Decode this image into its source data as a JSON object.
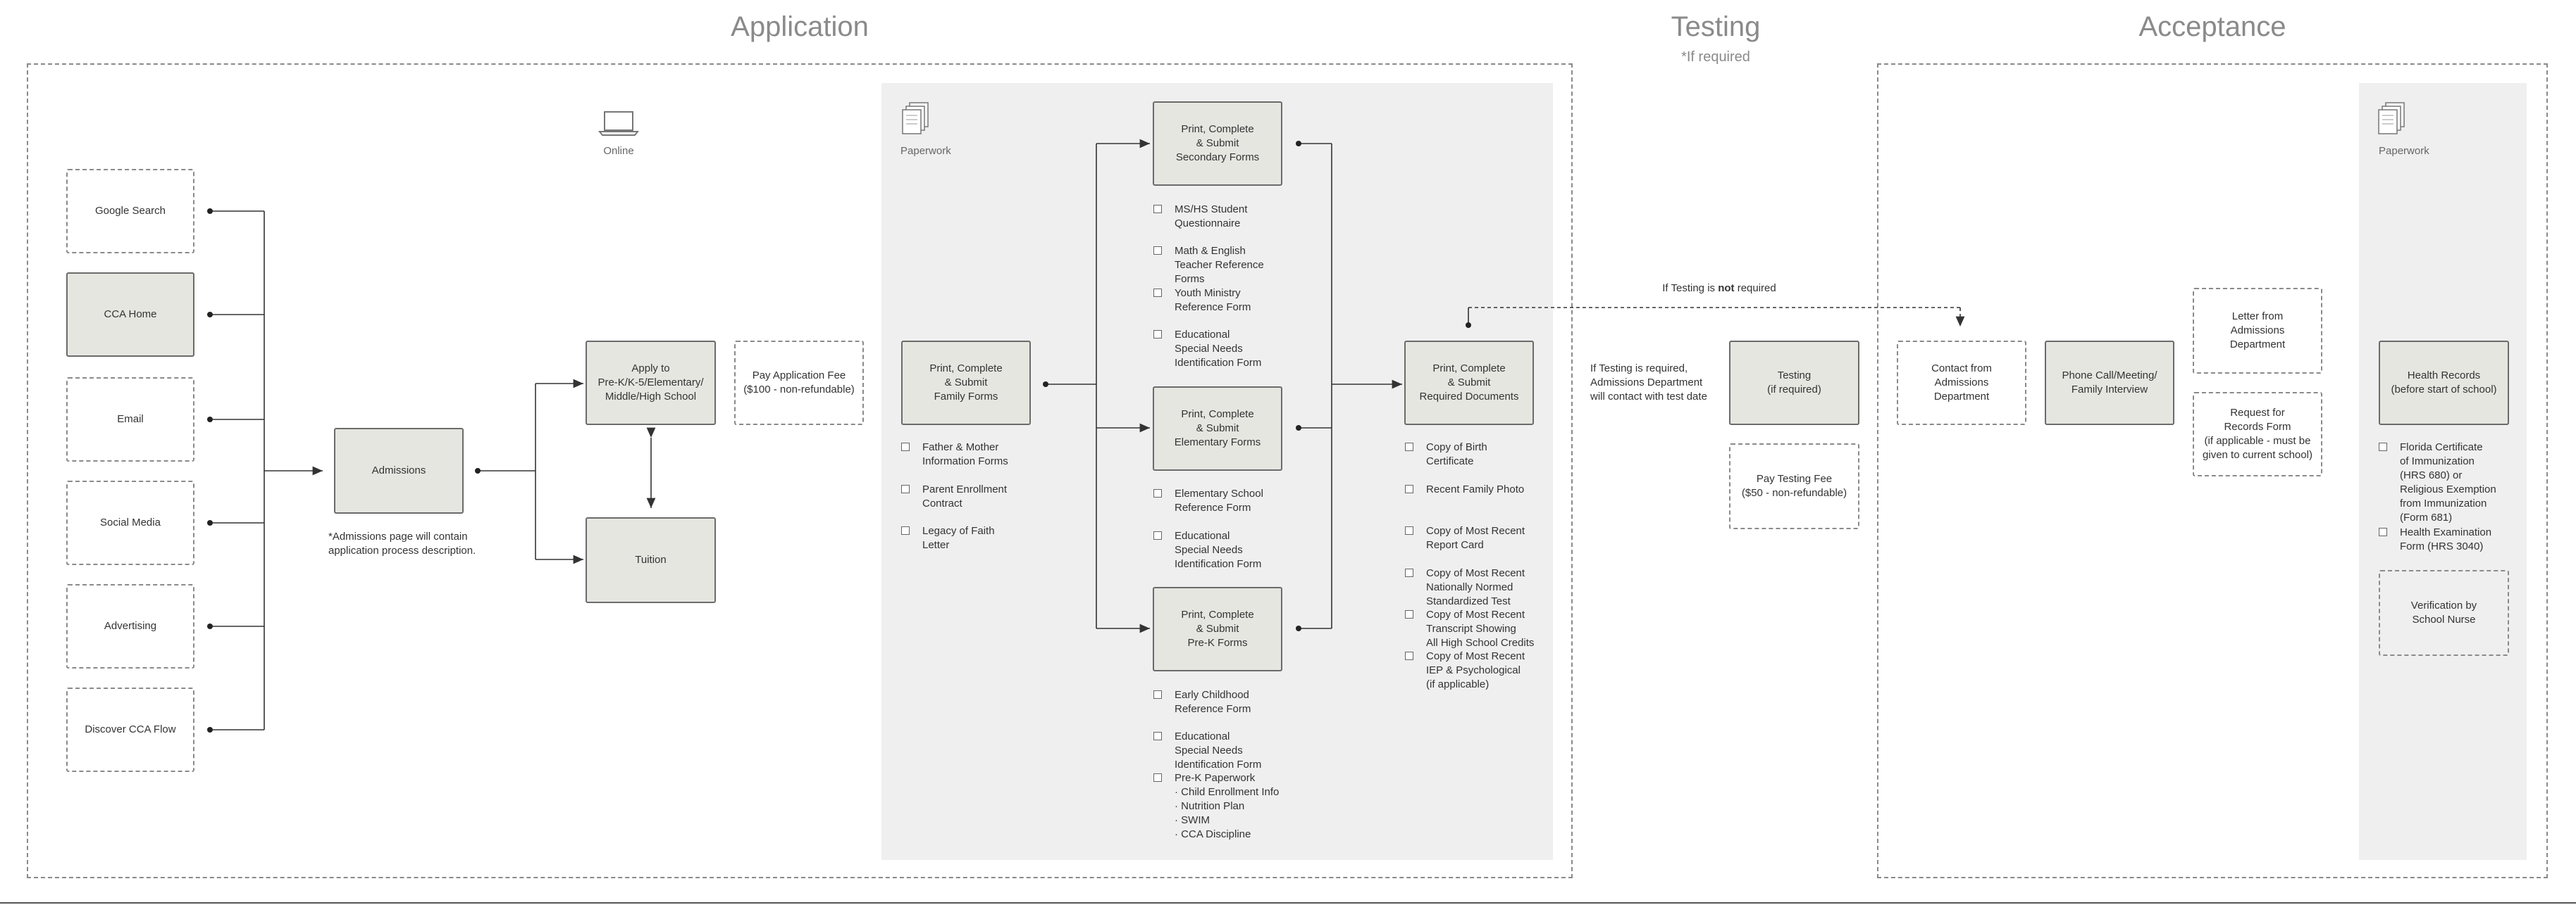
{
  "sections": {
    "application": "Application",
    "testing": "Testing",
    "testing_sub": "*If required",
    "acceptance": "Acceptance"
  },
  "labels": {
    "online": "Online",
    "paperwork1": "Paperwork",
    "paperwork2": "Paperwork",
    "if_not_required_prefix": "If Testing is ",
    "if_not_required_bold": "not",
    "if_not_required_suffix": " required"
  },
  "sources": [
    "Google Search",
    "CCA Home",
    "Email",
    "Social Media",
    "Advertising",
    "Discover CCA Flow"
  ],
  "boxes": {
    "admissions": "Admissions",
    "admissions_note": "*Admissions page will contain\napplication process description.",
    "apply": "Apply to\nPre-K/K-5/Elementary/\nMiddle/High School",
    "pay_app_fee": "Pay Application Fee\n($100 - non-refundable)",
    "tuition": "Tuition",
    "family_forms": "Print, Complete\n& Submit\nFamily Forms",
    "secondary_forms": "Print, Complete\n& Submit\nSecondary Forms",
    "elementary_forms": "Print, Complete\n& Submit\nElementary Forms",
    "prek_forms": "Print, Complete\n& Submit\nPre-K Forms",
    "required_docs": "Print, Complete\n& Submit\nRequired Documents",
    "testing_note": "If Testing is required,\nAdmissions Department\nwill contact with test date",
    "testing": "Testing\n(if required)",
    "pay_testing_fee": "Pay Testing Fee\n($50 - non-refundable)",
    "contact": "Contact from\nAdmissions\nDepartment",
    "interview": "Phone Call/Meeting/\nFamily Interview",
    "letter": "Letter from\nAdmissions\nDepartment",
    "records_request": "Request for\nRecords Form\n(if applicable - must be\ngiven to current school)",
    "health_records": "Health Records\n(before start of school)",
    "nurse": "Verification by\nSchool Nurse"
  },
  "checklists": {
    "family": [
      "Father & Mother\nInformation Forms",
      "Parent Enrollment\nContract",
      "Legacy of Faith\nLetter"
    ],
    "secondary": [
      "MS/HS Student\nQuestionnaire",
      "Math & English\nTeacher Reference\nForms",
      "Youth Ministry\nReference Form",
      "Educational\nSpecial Needs\nIdentification Form"
    ],
    "elementary": [
      "Elementary School\nReference Form",
      "Educational\nSpecial Needs\nIdentification Form"
    ],
    "prek": [
      "Early Childhood\nReference Form",
      "Educational\nSpecial Needs\nIdentification Form",
      "Pre-K Paperwork\n· Child Enrollment Info\n· Nutrition Plan\n· SWIM\n· CCA Discipline"
    ],
    "required": [
      "Copy of Birth\nCertificate",
      "Recent Family Photo",
      "Copy of Most Recent\nReport Card",
      "Copy of Most Recent\nNationally Normed\nStandardized Test",
      "Copy of Most Recent\nTranscript Showing\nAll High School Credits",
      "Copy of Most Recent\nIEP & Psychological\n(if applicable)"
    ],
    "health": [
      "Florida Certificate\nof Immunization\n(HRS 680) or\nReligious Exemption\nfrom Immunization\n(Form 681)",
      "Health Examination\nForm (HRS 3040)"
    ]
  },
  "colors": {
    "box_fill": "#e6e6e1",
    "panel": "#efefef",
    "line": "#333333",
    "dashed": "#8a8a8a"
  }
}
